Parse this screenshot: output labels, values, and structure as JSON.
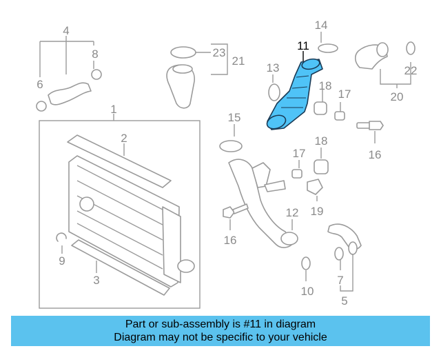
{
  "highlight_color": "#4fc3f7",
  "banner_color": "#5bc2ee",
  "callouts": [
    "1",
    "2",
    "3",
    "4",
    "5",
    "6",
    "7",
    "8",
    "9",
    "10",
    "11",
    "12",
    "13",
    "14",
    "15",
    "16",
    "16",
    "17",
    "17",
    "18",
    "18",
    "19",
    "20",
    "21",
    "22",
    "23"
  ],
  "banner": {
    "line1": "Part or sub-assembly is #11 in diagram",
    "line2": "Diagram may not be specific to your vehicle"
  }
}
